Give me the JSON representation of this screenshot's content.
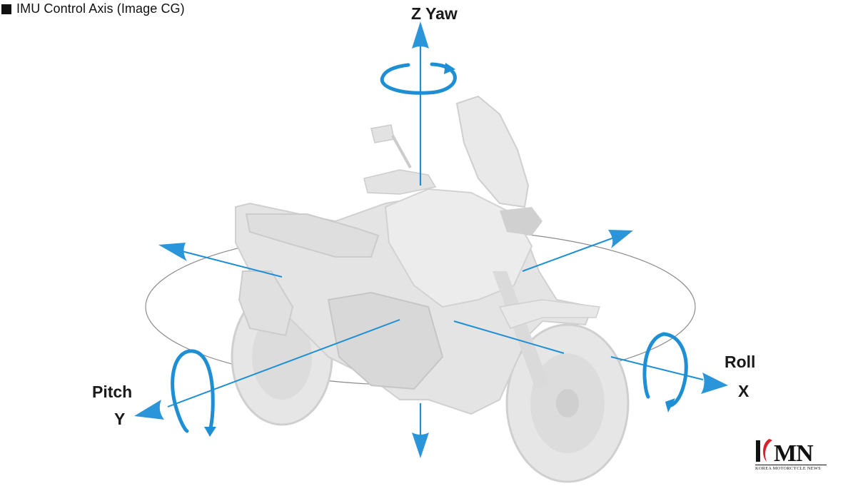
{
  "caption": {
    "text": "IMU Control Axis (Image CG)"
  },
  "axes": {
    "yaw": {
      "label": "Z Yaw"
    },
    "pitch": {
      "label_line1": "Pitch",
      "label_line2": "Y"
    },
    "roll": {
      "label_line1": "Roll",
      "label_line2": "X"
    }
  },
  "logo": {
    "letters": "KMN",
    "subtitle": "KOREA MOTORCYCLE NEWS"
  },
  "colors": {
    "axis_blue": "#1e8fd4",
    "arrow_blue": "#2a95d8",
    "ring": "#8a8a8a",
    "bike": "#e4e4e4",
    "bike_shade": "#d2d2d2",
    "logo_red": "#d8202a"
  },
  "icons": {
    "caption_marker": "black-square-icon"
  }
}
